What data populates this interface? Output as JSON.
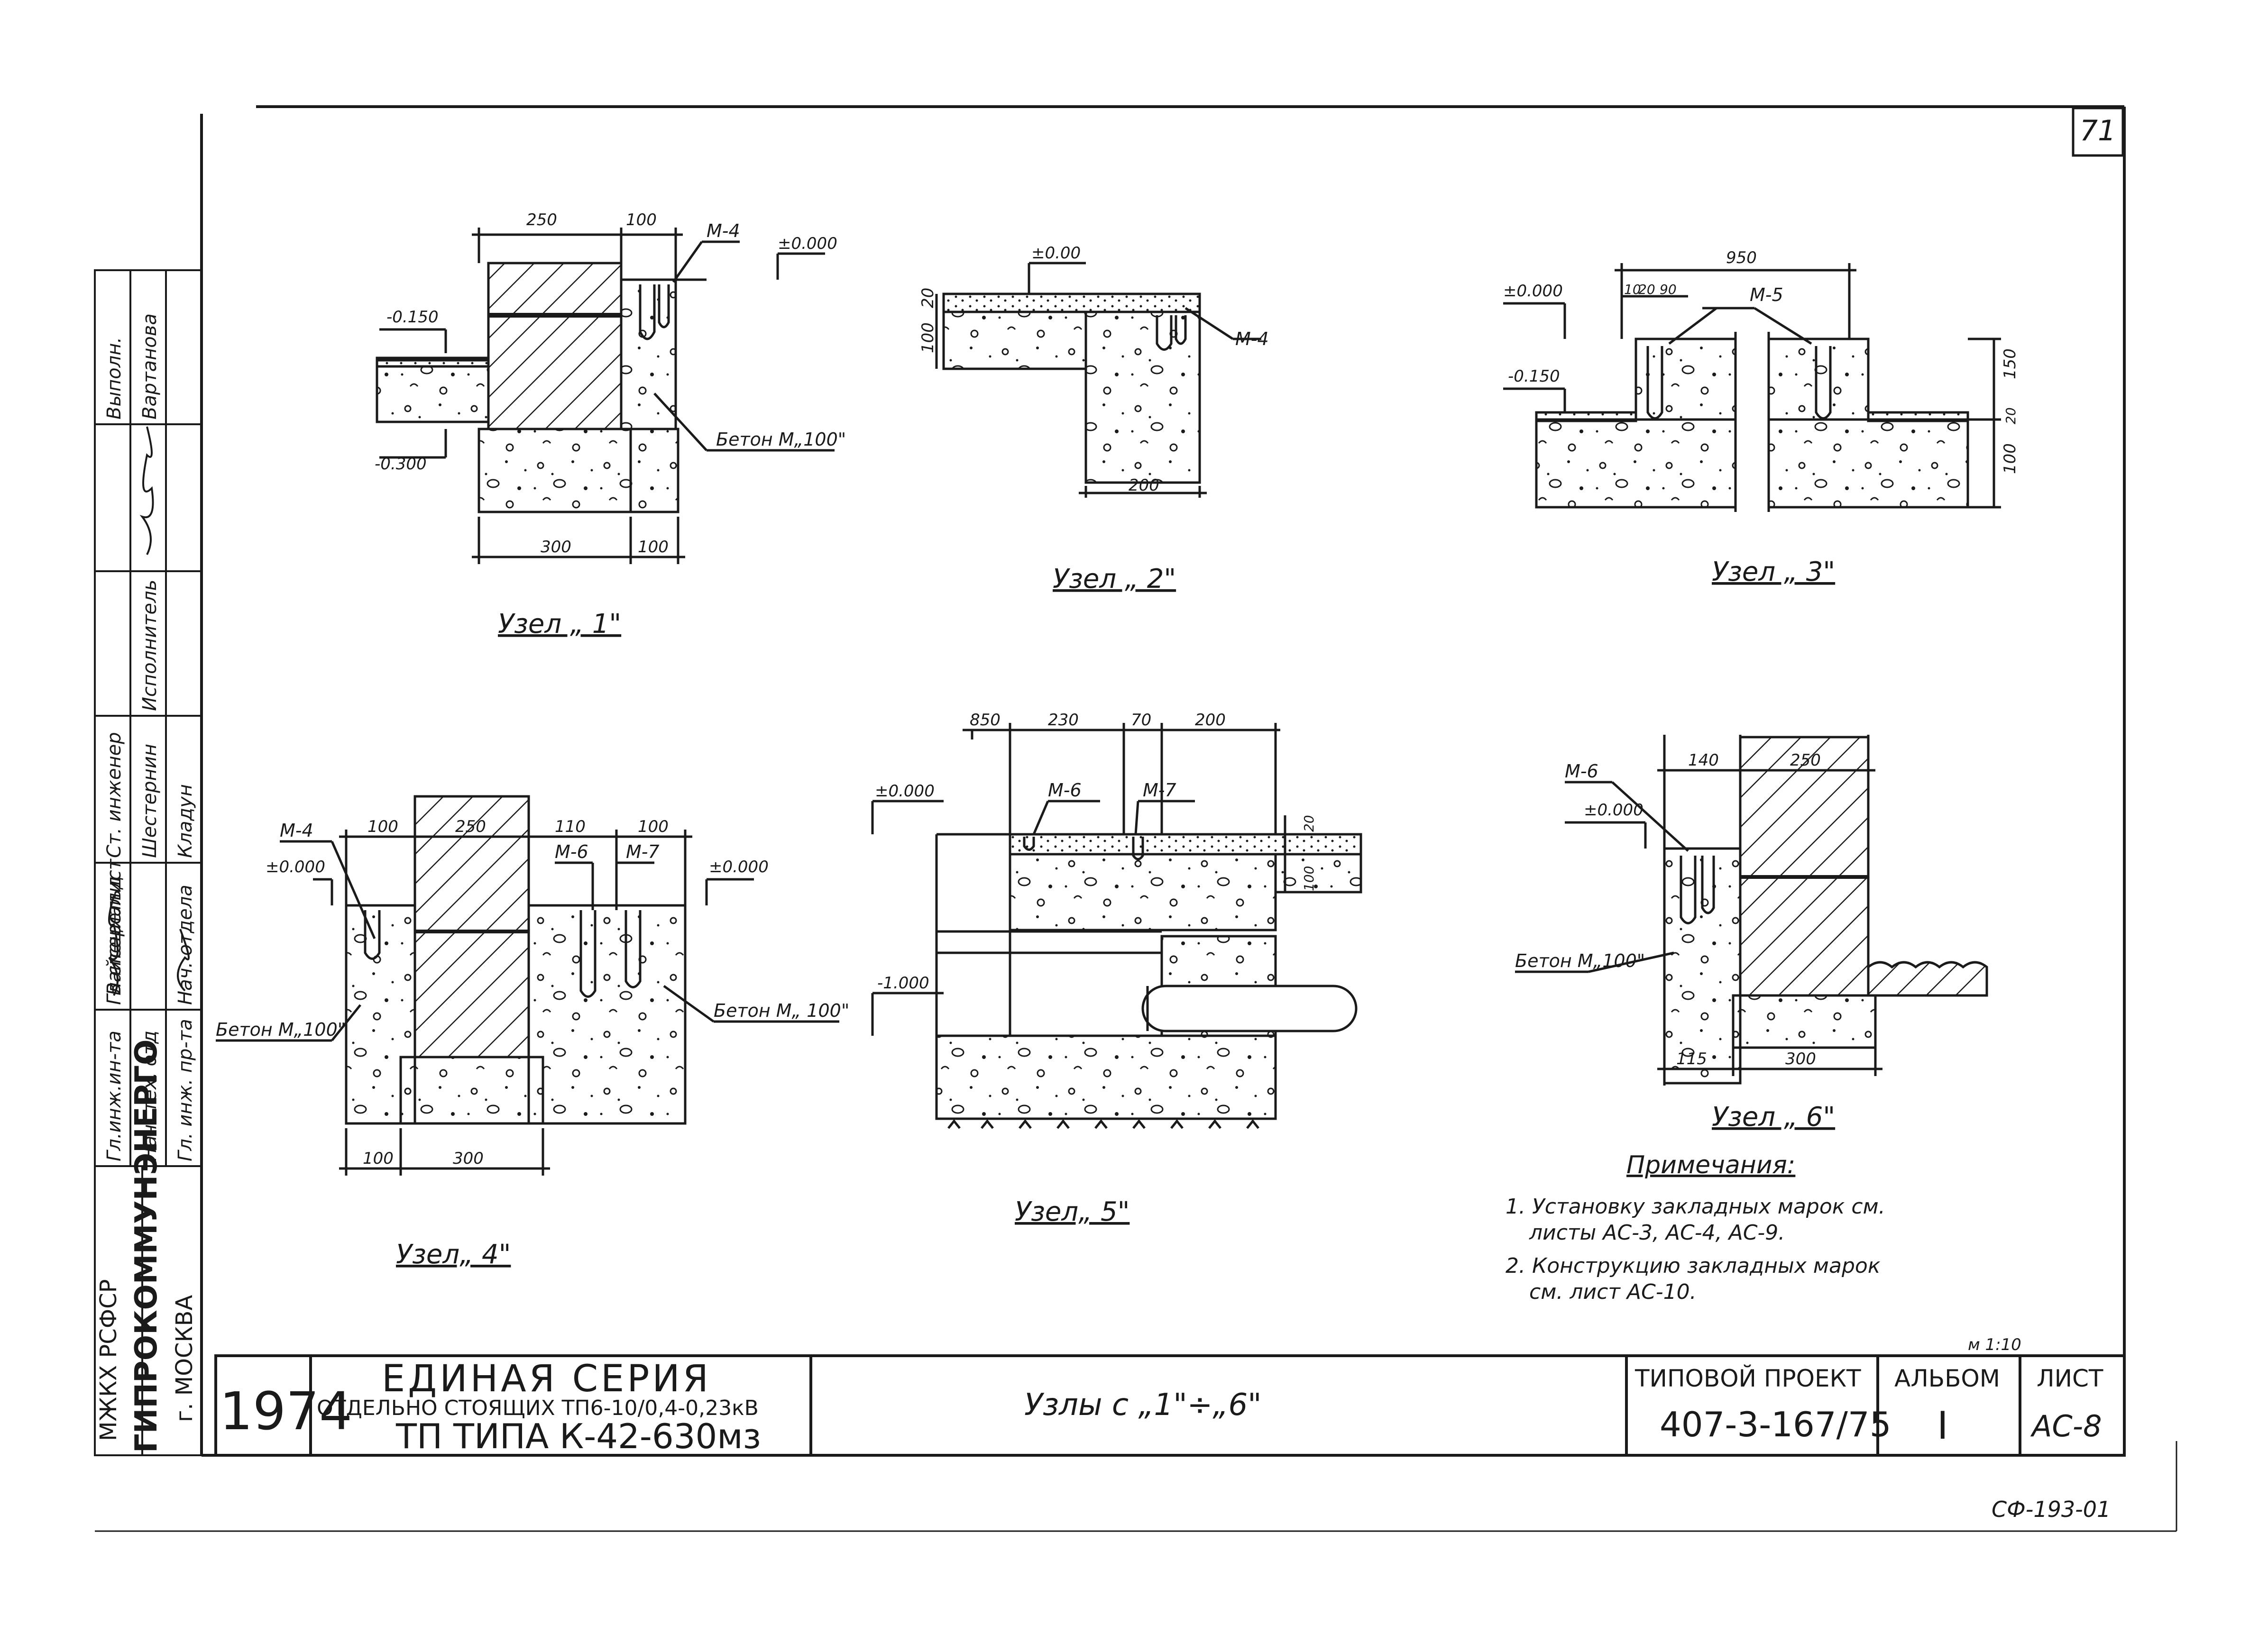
{
  "sheet": {
    "page_number": "71",
    "scale": "м 1:10",
    "archive_code": "СФ-193-01"
  },
  "nodes": {
    "n1": {
      "title": "Узел „ 1\"",
      "dims": [
        "250",
        "100",
        "300",
        "100"
      ],
      "levels": [
        "-0.150",
        "-0.300",
        "±0.000"
      ],
      "mark": "М-4",
      "concrete": "Бетон М„100\""
    },
    "n2": {
      "title": "Узел „ 2\"",
      "dims": [
        "200",
        "20",
        "100"
      ],
      "levels": [
        "±0.00"
      ],
      "mark": "М-4"
    },
    "n3": {
      "title": "Узел „ 3\"",
      "dims": [
        "950",
        "10",
        "20",
        "90",
        "150",
        "20",
        "100"
      ],
      "levels": [
        "±0.000",
        "-0.150"
      ],
      "mark": "М-5"
    },
    "n4": {
      "title": "Узел„ 4\"",
      "dims": [
        "100",
        "250",
        "110",
        "100",
        "100",
        "300"
      ],
      "levels": [
        "±0.000",
        "±0.000"
      ],
      "marks": [
        "М-4",
        "М-6",
        "М-7"
      ],
      "concrete": [
        "Бетон М„100\"",
        "Бетон М„ 100\""
      ]
    },
    "n5": {
      "title": "Узел„ 5\"",
      "dims": [
        "850",
        "230",
        "70",
        "200",
        "20",
        "100"
      ],
      "levels": [
        "±0.000",
        "-1.000"
      ],
      "marks": [
        "М-6",
        "М-7"
      ]
    },
    "n6": {
      "title": "Узел „ 6\"",
      "dims": [
        "140",
        "250",
        "115",
        "300"
      ],
      "levels": [
        "±0.000"
      ],
      "mark": "М-6",
      "concrete": "Бетон М„100\""
    }
  },
  "notes": {
    "heading": "Примечания:",
    "items": [
      "1. Установку закладных марок см.",
      "листы АС-3, АС-4, АС-9.",
      "2. Конструкцию закладных марок",
      "см. лист АС-10."
    ]
  },
  "side_stamp": {
    "roles": [
      "Гл.инж.ин-та",
      "Нач. тех. отд",
      "Гл. инж. пр-та",
      "Нач. отдела",
      "Гл.специалист",
      "Ст. инженер",
      "Исполнитель",
      "Выполн.",
      "Вартанова"
    ],
    "names": [
      "Вайсерельд",
      "Шестернин",
      "Кладун"
    ],
    "org_ministry": "МЖКХ РСФСР",
    "org_name": "ГИПРОКОММУНЭНЕРГО",
    "org_city": "г. МОСКВА"
  },
  "title_block": {
    "year": "1974",
    "series_title": "ЕДИНАЯ СЕРИЯ",
    "series_sub": "ОТДЕЛЬНО СТОЯЩИХ ТП6-10/0,4-0,23кВ",
    "tp_type": "ТП ТИПА К-42-630мз",
    "sheet_title": "Узлы с „1\"÷„6\"",
    "project_label": "ТИПОВОЙ ПРОЕКТ",
    "project_number": "407-3-167/75",
    "album_label": "АЛЬБОМ",
    "album_value": "I",
    "sheet_label": "ЛИСТ",
    "sheet_value": "АС-8"
  }
}
